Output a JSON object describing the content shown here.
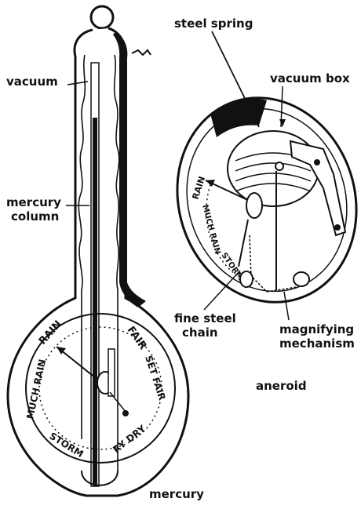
{
  "labels": {
    "vacuum": "vacuum",
    "mercury_column_line1": "mercury",
    "mercury_column_line2": "column",
    "steel_spring": "steel spring",
    "vacuum_box": "vacuum box",
    "fine_steel_chain_line1": "fine steel",
    "fine_steel_chain_line2": "chain",
    "magnifying_mechanism_line1": "magnifying",
    "magnifying_mechanism_line2": "mechanism",
    "aneroid": "aneroid",
    "mercury": "mercury"
  },
  "dial_words": {
    "mercury_barometer": {
      "much_rain": "MUCH RAIN",
      "rain": "RAIN",
      "fair": "FAIR",
      "set_fair": "SET FAIR",
      "storm": "STORM",
      "very_dry": "RY DRY"
    },
    "aneroid_barometer": {
      "rain": "RAIN",
      "much_rain": "MUCH RAIN",
      "storm": "STORM"
    }
  }
}
